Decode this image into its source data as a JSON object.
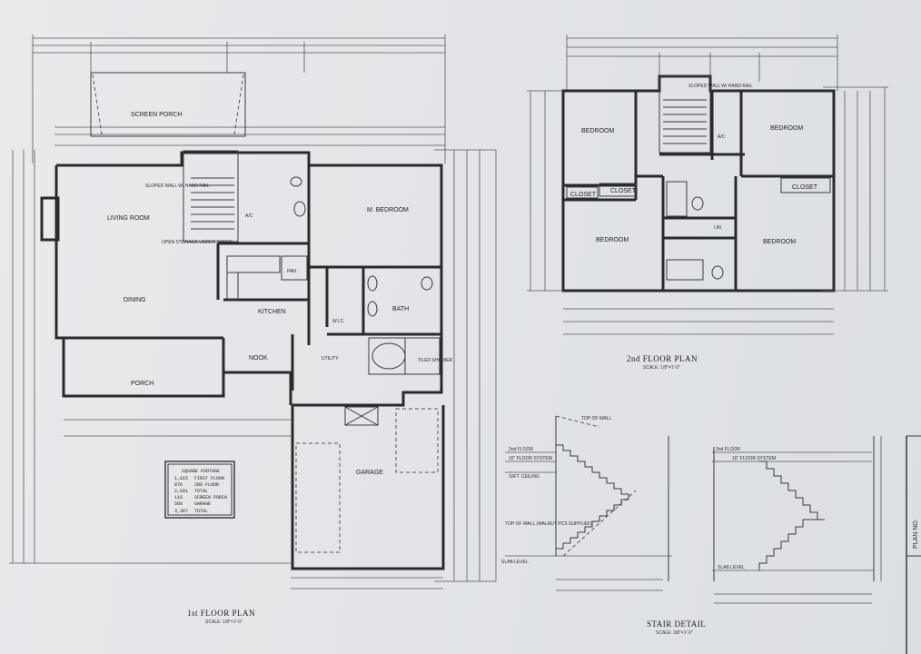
{
  "first_floor": {
    "title": "1st FLOOR PLAN",
    "scale": "SCALE: 1/8\"=1'-0\"",
    "rooms": {
      "screen_porch": "SCREEN PORCH",
      "living_room": "LIVING ROOM",
      "m_bedroom": "M. BEDROOM",
      "dining": "DINING",
      "kitchen": "KITCHEN",
      "pan": "PAN.",
      "nook": "NOOK",
      "bath": "BATH",
      "utility": "UTILITY",
      "garage": "GARAGE",
      "porch": "PORCH",
      "ac": "A/C",
      "wic": "W.I.C.",
      "sloped_wall": "SLOPED WALL W/ HAND RAIL",
      "open_storage": "OPEN STORAGE UNDER STAIRS",
      "tiled_shower": "TILED SHOWER"
    },
    "square_footage": {
      "heading": "SQUARE FOOTAGE",
      "rows": [
        {
          "value": "1,815",
          "label": "FIRST FLOOR"
        },
        {
          "value": "876",
          "label": "2ND FLOOR"
        },
        {
          "value": "2,691",
          "label": "TOTAL"
        },
        {
          "value": "116",
          "label": "SCREEN PORCH"
        },
        {
          "value": "560",
          "label": "GARAGE"
        },
        {
          "value": "3,367",
          "label": "TOTAL"
        }
      ]
    }
  },
  "second_floor": {
    "title": "2nd FLOOR PLAN",
    "scale": "SCALE: 1/8\"=1'-0\"",
    "rooms": {
      "bedroom_tl": "BEDROOM",
      "bedroom_tr": "BEDROOM",
      "bedroom_bl": "BEDROOM",
      "bedroom_br": "BEDROOM",
      "closet_1": "CLOSET",
      "closet_2": "CLOSET",
      "closet_3": "CLOSET",
      "ac": "A/C",
      "lin": "LIN.",
      "sloped_wall": "SLOPED WALL W/ HAND RAIL"
    }
  },
  "stair_detail": {
    "title": "STAIR DETAIL",
    "scale": "SCALE: 3/8\"=1'-0\"",
    "labels": {
      "floor_2nd_a": "2nd FLOOR",
      "floor_system_a": "16\" FLOOR SYSTEM",
      "ceiling": "10FT. CEILING",
      "top_of_wall": "TOP OF WALL",
      "top_of_wall_2": "TOP OF WALL (WALNUT PCS SUPPLIED)",
      "slab_level_a": "SLAB LEVEL",
      "floor_2nd_b": "2nd FLOOR",
      "floor_system_b": "16\" FLOOR SYSTEM",
      "slab_level_b": "SLAB LEVEL"
    }
  },
  "title_block": {
    "plan_no": "PLAN NO."
  },
  "colors": {
    "paper": "#e5e7ea",
    "ink": "#2a2a2e"
  }
}
